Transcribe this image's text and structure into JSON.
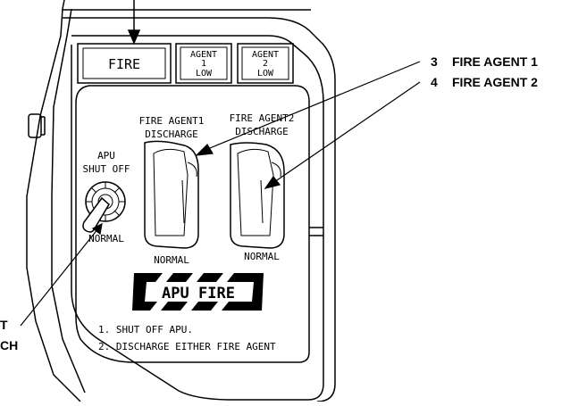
{
  "panel": {
    "lights": {
      "fire": "FIRE",
      "agent1": [
        "AGENT",
        "1",
        "LOW"
      ],
      "agent2": [
        "AGENT",
        "2",
        "LOW"
      ]
    },
    "apu_shutoff_label": [
      "APU",
      "SHUT OFF"
    ],
    "apu_normal_label": "NORMAL",
    "agent1_label": [
      "FIRE AGENT1",
      "DISCHARGE"
    ],
    "agent2_label": [
      "FIRE AGENT2",
      "DISCHARGE"
    ],
    "agent1_normal": "NORMAL",
    "agent2_normal": "NORMAL",
    "apu_fire_banner": "APU FIRE",
    "instructions": [
      "1. SHUT OFF APU.",
      "2. DISCHARGE EITHER FIRE AGENT"
    ]
  },
  "callouts": {
    "c3": {
      "number": "3",
      "label": "FIRE AGENT 1"
    },
    "c4": {
      "number": "4",
      "label": "FIRE AGENT 2"
    },
    "left_partial": [
      "T",
      "CH"
    ]
  }
}
